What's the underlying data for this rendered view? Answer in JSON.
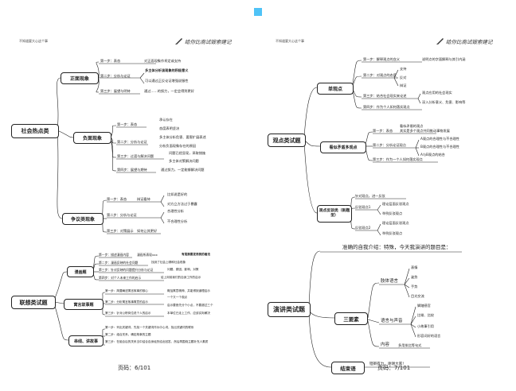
{
  "header": {
    "left_note": "不知道要大心这个事",
    "brand": "给你比南试锻索建记"
  },
  "left": {
    "roots": {
      "social": "社会热点类",
      "interview": "联想类试题"
    },
    "positive": {
      "label": "正面现象",
      "items": [
        "第一步：表态",
        "第二步：分析与论证",
        "第三步：展望与明待"
      ],
      "notes": [
        "对正面现象作肯定或支持",
        "多主体分析该现象的积极意义",
        "可以通过正反论证增强说服性",
        "通过……的努力，一定会得到更好"
      ]
    },
    "negative": {
      "label": "负面现象",
      "items": [
        "第一步：表态",
        "第二步：分析与论证",
        "第三步：过渡与解决问题",
        "第四步：展望与期待"
      ],
      "notes": [
        "承认存在",
        "态度表明坚决",
        "多主体分析危害、要害扩展表述",
        "分析负面现象存在的原因",
        "问题已经显现，采取措施",
        "多主体对策解决问题",
        "通过努力，一定能够解决问题"
      ]
    },
    "debate": {
      "label": "争议类现象",
      "items": [
        "第一步：表态",
        "第二步：分析与论证",
        "第三步：对策展示"
      ],
      "tags": [
        "辩证看待",
        "合理性分析",
        "如何让其更好"
      ],
      "notes": [
        "比如说是好的",
        "对方立方法过于暴露",
        "不合理性分析"
      ]
    },
    "association": {
      "cols": [
        "漫画题",
        "寓言故事题",
        "串线、讲故事"
      ],
      "steps_a": [
        "第一步：描述漫画内容",
        "第二步：漫画反映的社会问题",
        "第三步：针对反映的问题提升分析与论证",
        "第四步：对个人未来工作的启示"
      ],
      "notes_a": [
        "漫画所表现xxx",
        "形象直观再现故事",
        "找到了社会上哪种社会现象",
        "问题、原因、影响、对策",
        "给上岗前我们的自身工作的启示"
      ],
      "side_note": "有是我要发表我的看法",
      "steps_b": [
        "第一步：简要阐述寓言故事的核心",
        "第二步：分析寓言故事寓意的启示",
        "第三步：针对公职岗位说个人的启示"
      ],
      "notes_b": [
        "概括寓意精神、并能得到道理启示",
        "一个又一个观点",
        "启示要首先分个小点，不要超过三个",
        "本单位已走上工作，应该实际解决"
      ],
      "steps_c": [
        "第一步：列出关键词、先找一个关键词作为中心词，找出关键词的联系",
        "第二步：组合关系，确定故事的主题",
        "第三步：在组合后的关系当中结合自身经历给出回答，然后再围绕主题补充人素质"
      ]
    },
    "page_num": "页码：6/101"
  },
  "right": {
    "roots": {
      "view": "观点类试题",
      "speech": "演讲类试题"
    },
    "single": {
      "label": "单观点",
      "items": [
        "第一步：解释观点的含义",
        "第二步：对观点的态度",
        "第三步：结合社会现实来论述",
        "第四步：作为个人如何落实观点"
      ],
      "notes": [
        "说明点的字面解释与其引内涵",
        "支持",
        "反对",
        "辩证",
        "观点应用的社会现实",
        "深入分析意义、危害、影响等"
      ]
    },
    "conflict": {
      "label": "看似矛盾多观点",
      "items": [
        "第一步：表态",
        "第二步：分析论证观点",
        "第三步：作为一个人如何落实观点"
      ],
      "notes": [
        "看似矛盾的观点",
        "其实是多个观点共同推动事物发展",
        "A观点的合理性与不合理性",
        "B观点的合理性与不合理性",
        "A与B观点的结合"
      ]
    },
    "opposite": {
      "label": "观点反驳类（新题型）",
      "items": [
        "针对观点，进一反驳",
        "反驳观点1",
        "反驳观点2"
      ],
      "notes": [
        "理论层面反驳观点",
        "举例反驳观点",
        "理论层面反驳观点",
        "举例反驳观点"
      ]
    },
    "intro": "准确的自我介绍：特殊，今天我演讲的题目是：",
    "three": {
      "label": "三要素",
      "lang_label": "肢体语言",
      "lang": [
        "表情",
        "姿势",
        "手势",
        "目光交流"
      ],
      "voice_label": "语言与声音",
      "voice": [
        "脚踏感官",
        "比喻、比较",
        "小故事引用",
        "形容词好的语言"
      ],
      "content_label": "内容",
      "content": "多用排比等句式"
    },
    "ending": {
      "label": "结束语",
      "text": "铿锵有力，谢谢大家!"
    },
    "page_num": "页码：7/101"
  }
}
